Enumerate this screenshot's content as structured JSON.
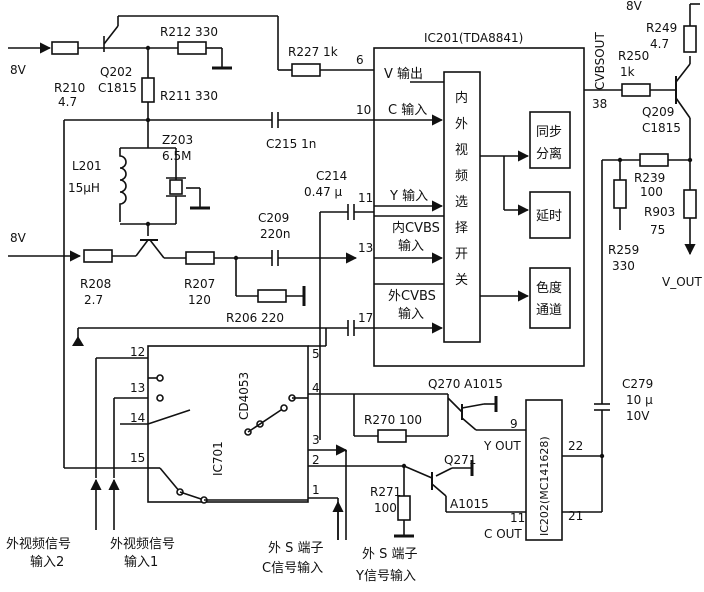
{
  "labels": {
    "v8_top": "8V",
    "v8_left": "8V",
    "v8_mid": "8V",
    "r210": "R210",
    "r210_val": "4.7",
    "q202": "Q202",
    "q202_type": "C1815",
    "r212": "R212  330",
    "r211": "R211  330",
    "r227": "R227  1k",
    "ic201": "IC201(TDA8841)",
    "cvbsout": "CVBSOUT",
    "r249": "R249",
    "r249_val": "4.7",
    "r250": "R250",
    "r250_val": "1k",
    "pin38": "38",
    "q209": "Q209",
    "q209_type": "C1815",
    "pin6": "6",
    "v_out_in": "V 输出",
    "pin10": "10",
    "c_in": "C 输入",
    "c215": "C215  1n",
    "z203": "Z203",
    "z203_val": "6.5M",
    "l201": "L201",
    "l201_val": "15μH",
    "c214": "C214",
    "c214_val": "0.47 μ",
    "pin11": "11",
    "y_in": "Y 输入",
    "c209": "C209",
    "c209_val": "220n",
    "nei_cvbs": "内CVBS",
    "nei_cvbs_in": "输入",
    "pin13": "13",
    "r208": "R208",
    "r208_val": "2.7",
    "r207": "R207",
    "r207_val": "120",
    "r206": "R206  220",
    "wai_cvbs": "外CVBS",
    "wai_cvbs_in": "输入",
    "pin17": "17",
    "sel_chars": [
      "内",
      "外",
      "视",
      "频",
      "选",
      "择",
      "开",
      "关"
    ],
    "sync1": "同步",
    "sync2": "分离",
    "delay": "延时",
    "chroma1": "色度",
    "chroma2": "通道",
    "r239": "R239",
    "r239_val": "100",
    "r903": "R903",
    "r903_val": "75",
    "r259": "R259",
    "r259_val": "330",
    "v_out": "V_OUT",
    "pin12": "12",
    "pin13b": "13",
    "pin14": "14",
    "pin15": "15",
    "pin5": "5",
    "pin4": "4",
    "pin3": "3",
    "pin2": "2",
    "pin1": "1",
    "cd4053": "CD4053",
    "ic701": "IC701",
    "q270": "Q270  A1015",
    "r270": "R270   100",
    "pin9": "9",
    "y_out": "Y OUT",
    "c279": "C279",
    "c279_v1": "10 μ",
    "c279_v2": "10V",
    "pin22": "22",
    "q271": "Q271",
    "q271_type": "A1015",
    "r271": "R271",
    "r271_val": "100",
    "pin11b": "11",
    "c_out": "C  OUT",
    "pin21": "21",
    "ic202": "IC202(MC141628)",
    "in2_a": "外视频信号",
    "in2_b": "输入2",
    "in1_a": "外视频信号",
    "in1_b": "输入1",
    "sc_a": "外 S 端子",
    "sc_b": "C信号输入",
    "sy_a": "外 S 端子",
    "sy_b": "Y信号输入"
  }
}
